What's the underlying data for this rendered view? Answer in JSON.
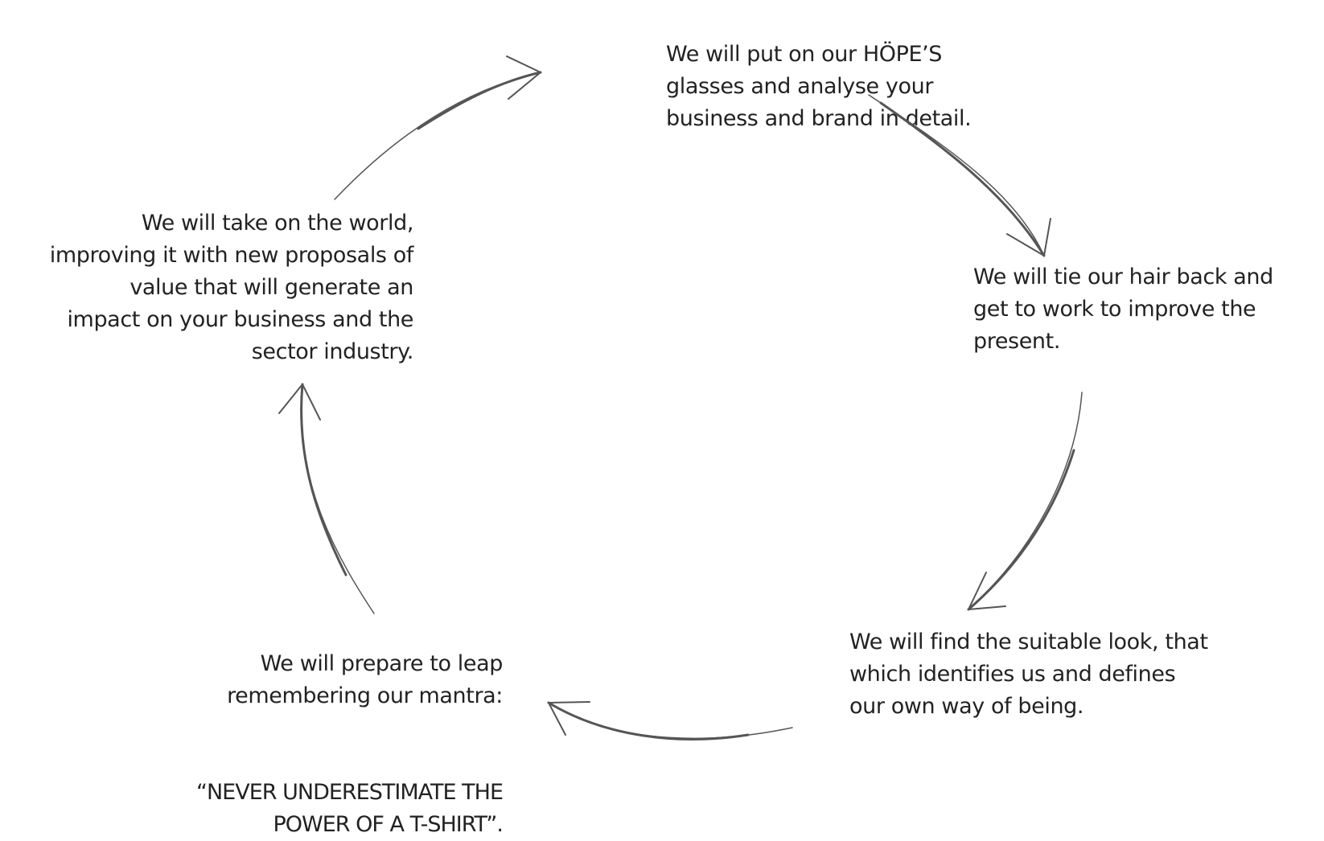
{
  "colors": {
    "text": "#222222",
    "arrow": "#555555",
    "background": "#ffffff"
  },
  "cycle": {
    "steps": [
      {
        "id": "analyse",
        "text": "We will put on our HÖPE’S\nglasses and analyse your\nbusiness and brand in detail."
      },
      {
        "id": "work",
        "text": "We will tie our hair back and\nget to work to improve the\npresent."
      },
      {
        "id": "look",
        "text": "We will find the suitable look, that\nwhich identifies us and defines\nour own way of being."
      },
      {
        "id": "leap",
        "text": "We will prepare to leap\nremembering our mantra:",
        "mantra": "“NEVER UNDERESTIMATE THE\nPOWER OF A T-SHIRT”."
      },
      {
        "id": "world",
        "text": "We will take on the world,\nimproving it with new proposals of\nvalue that will generate an\nimpact on your business and the\nsector industry."
      }
    ],
    "arrows": [
      {
        "from": "analyse",
        "to": "work",
        "icon": "curved-arrow-icon"
      },
      {
        "from": "work",
        "to": "look",
        "icon": "curved-arrow-icon"
      },
      {
        "from": "look",
        "to": "leap",
        "icon": "curved-arrow-icon"
      },
      {
        "from": "leap",
        "to": "world",
        "icon": "curved-arrow-icon"
      },
      {
        "from": "world",
        "to": "analyse",
        "icon": "curved-arrow-icon"
      }
    ]
  }
}
